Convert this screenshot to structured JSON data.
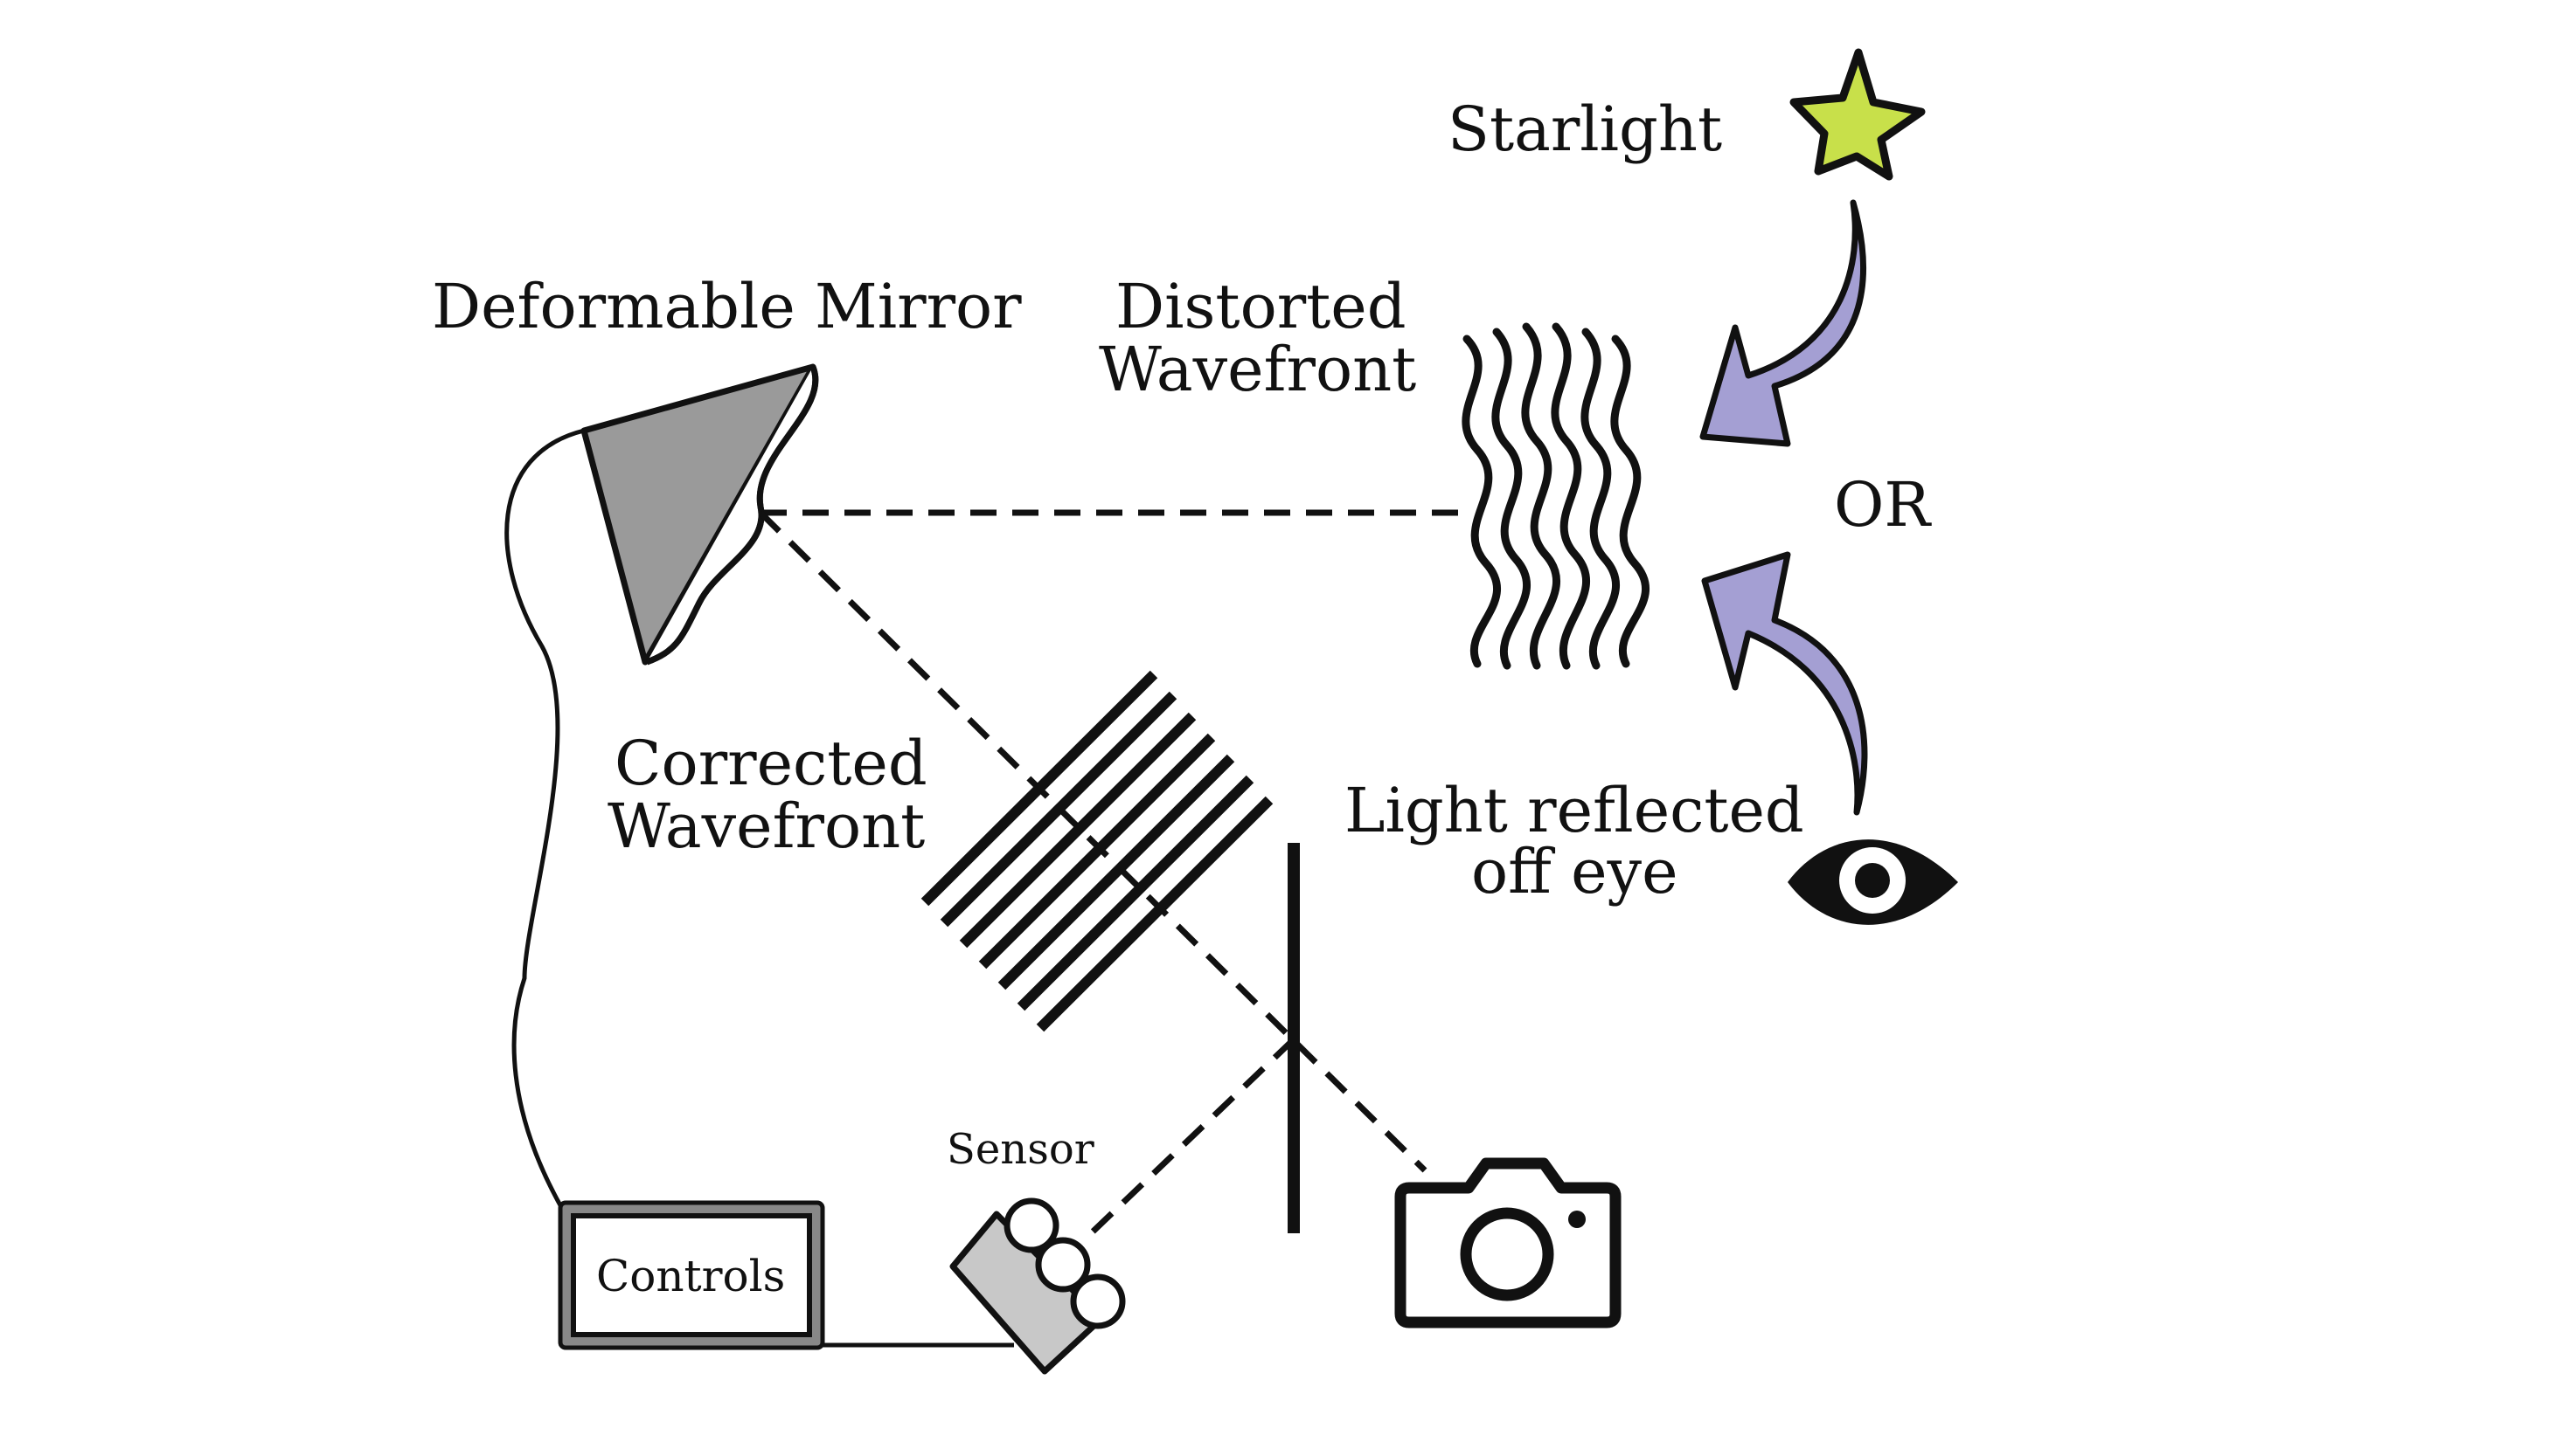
{
  "labels": {
    "starlight": "Starlight",
    "deformable_mirror": "Deformable Mirror",
    "distorted_wavefront_line1": "Distorted",
    "distorted_wavefront_line2": "Wavefront",
    "or": "OR",
    "corrected_wavefront_line1": "Corrected",
    "corrected_wavefront_line2": "Wavefront",
    "light_reflected_line1": "Light reflected",
    "light_reflected_line2": "off eye",
    "sensor": "Sensor",
    "controls": "Controls"
  },
  "icons": [
    "star-icon",
    "eye-icon",
    "camera-icon",
    "curved-arrow-icon"
  ],
  "colors": {
    "star": "#c8e04a",
    "arrows": "#a49fd3",
    "mirror": "#9a9a9a",
    "sensor": "#c8c8c8",
    "controls_frame": "#888888",
    "ink": "#111111"
  }
}
